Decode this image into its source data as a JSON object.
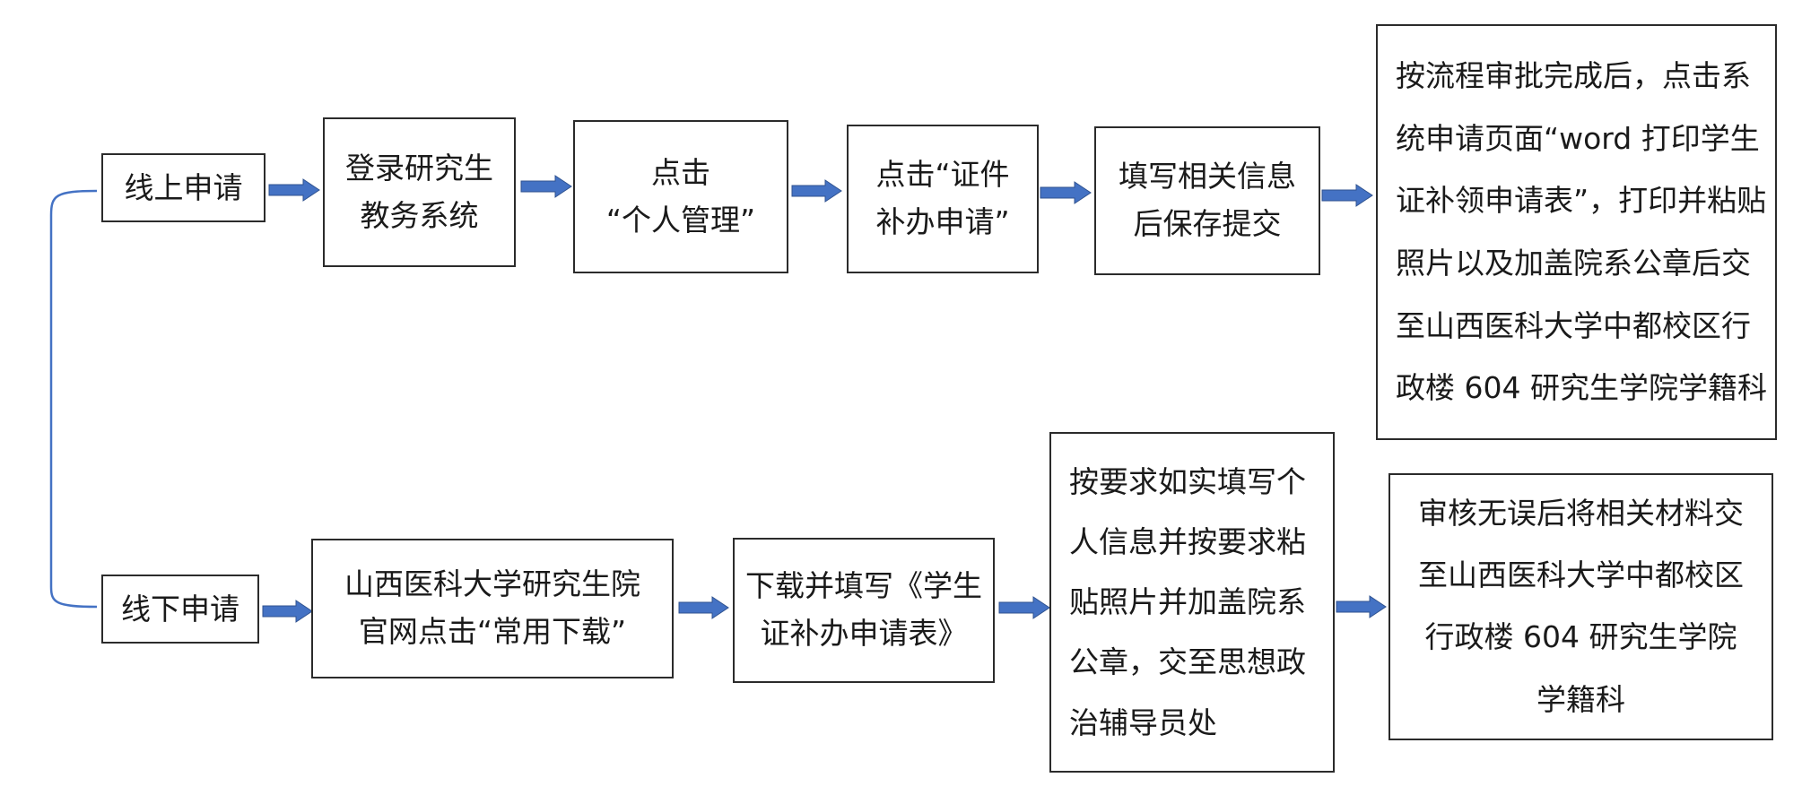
{
  "online": {
    "start": {
      "lines": [
        "线上申请"
      ]
    },
    "steps": [
      {
        "lines": [
          "登录研究生",
          "教务系统"
        ]
      },
      {
        "lines": [
          "点击",
          "“个人管理”"
        ]
      },
      {
        "lines": [
          "点击“证件",
          "补办申请”"
        ]
      },
      {
        "lines": [
          "填写相关信息",
          "后保存提交"
        ]
      },
      {
        "lines": [
          "按流程审批完成后，点击系",
          "统申请页面“word 打印学生",
          "证补领申请表”，打印并粘贴",
          "照片以及加盖院系公章后交",
          "至山西医科大学中都校区行",
          "政楼 604 研究生学院学籍科"
        ]
      }
    ]
  },
  "offline": {
    "start": {
      "lines": [
        "线下申请"
      ]
    },
    "steps": [
      {
        "lines": [
          "山西医科大学研究生院",
          "官网点击“常用下载”"
        ]
      },
      {
        "lines": [
          "下载并填写《学生",
          "证补办申请表》"
        ]
      },
      {
        "lines": [
          "按要求如实填写个",
          "人信息并按要求粘",
          "贴照片并加盖院系",
          "公章，交至思想政",
          "治辅导员处"
        ]
      },
      {
        "lines": [
          "审核无误后将相关材料交",
          "至山西医科大学中都校区",
          "行政楼 604 研究生学院",
          "学籍科"
        ]
      }
    ]
  },
  "colors": {
    "arrow": "#4472C4",
    "arrow_outline": "#2F528F",
    "bracket": "#4472C4",
    "box_border": "#2b2b2b"
  }
}
